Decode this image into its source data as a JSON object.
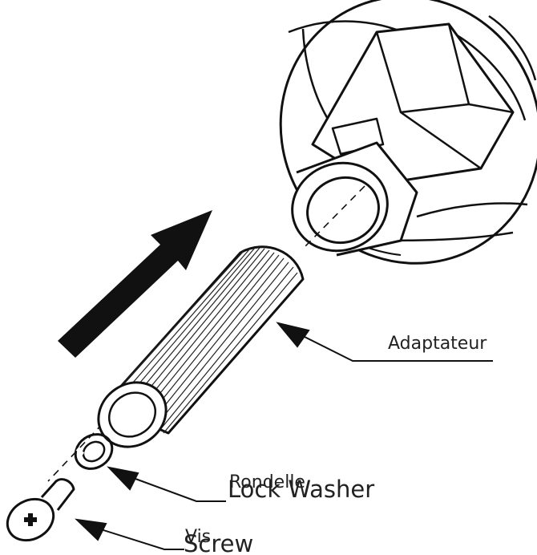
{
  "labels": {
    "adapter": "Adaptateur",
    "washer_fr": "Rondelle",
    "washer_en": "Lock Washer",
    "screw_fr": "Vis",
    "screw_en": "Screw"
  },
  "colors": {
    "ink": "#111111",
    "label": "#222222",
    "faint_label": "#bbbbbb",
    "background": "#ffffff"
  }
}
